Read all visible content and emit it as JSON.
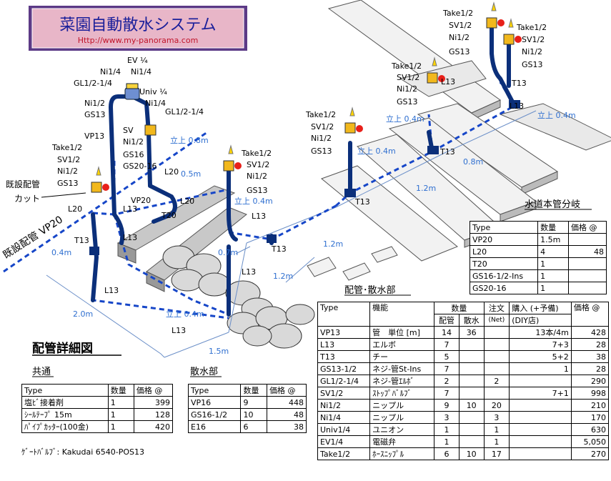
{
  "title_box": {
    "title": "菜園自動散水システム",
    "url": "Http://www.my-panorama.com"
  },
  "main_heading": "配管詳細図",
  "section_labels": {
    "common": "共通",
    "sprinkler": "散水部",
    "mains_branch": "水道本管分岐",
    "piping_sprinkle": "配管･散水部"
  },
  "left_labels": {
    "existing_pipe": "既設配管",
    "cut": "カット",
    "existing_vp20": "既設配管 VP20",
    "gate_valve": "ｹﾞｰﾄﾊﾞﾙﾌﾞ: Kakudai 6540-POS13"
  },
  "valve_group_left": [
    "EV ¼",
    "Ni1/4",
    "Ni1/4",
    "GL1/2-1/4",
    "Univ ¼",
    "Ni1/2",
    "Ni1/4",
    "GS13",
    "GL1/2-1/4",
    "SV",
    "VP13",
    "Ni1/2",
    "Take1/2",
    "GS16",
    "SV1/2",
    "GS20-16",
    "Ni1/2",
    "GS13",
    "VP20"
  ],
  "valve_group_a": [
    "Take1/2",
    "SV1/2",
    "Ni1/2",
    "GS13"
  ],
  "valve_group_b": [
    "Take1/2",
    "SV1/2",
    "Ni1/2",
    "GS13"
  ],
  "valve_group_c": [
    "Take1/2",
    "SV1/2",
    "Ni1/2",
    "GS13"
  ],
  "valve_group_d": [
    "Take1/2",
    "SV1/2",
    "Ni1/2",
    "GS13"
  ],
  "valve_group_e": [
    "Take1/2",
    "SV1/2",
    "Ni1/2",
    "GS13"
  ],
  "fitting_labels": [
    "L20",
    "L13",
    "L20",
    "T20",
    "L20",
    "T13",
    "L13",
    "L13",
    "L13",
    "T13",
    "L13",
    "T13",
    "T13",
    "L13",
    "T13",
    "L13",
    "L13"
  ],
  "dimension_labels": [
    "立上 0.8m",
    "0.5m",
    "立上 0.4m",
    "0.4m",
    "2.0m",
    "立上 0.4m",
    "1.5m",
    "0.7m",
    "1.2m",
    "1.2m",
    "立上 0.4m",
    "0.8m",
    "1.2m",
    "立上 0.4m",
    "立上 0.4m"
  ],
  "mains_table": {
    "headers": [
      "Type",
      "数量",
      "価格 @"
    ],
    "rows": [
      [
        "VP20",
        "1.5m",
        ""
      ],
      [
        "L20",
        "4",
        "48"
      ],
      [
        "T20",
        "1",
        ""
      ],
      [
        "GS16-1/2-Ins",
        "1",
        ""
      ],
      [
        "GS20-16",
        "1",
        ""
      ]
    ]
  },
  "main_table": {
    "h1": [
      "Type",
      "機能",
      "数量",
      "注文",
      "購入 (+予備)",
      "価格 @"
    ],
    "h2": [
      "配管",
      "散水",
      "(Net)",
      "(DIY店)"
    ],
    "rows": [
      [
        "VP13",
        "管　単位 [m]",
        "14",
        "36",
        "",
        "13本/4m",
        "428"
      ],
      [
        "L13",
        "エルボ",
        "7",
        "",
        "",
        "7+3",
        "28"
      ],
      [
        "T13",
        "チー",
        "5",
        "",
        "",
        "5+2",
        "38"
      ],
      [
        "GS13-1/2",
        "ネジ-管St-Ins",
        "7",
        "",
        "",
        "1",
        "28"
      ],
      [
        "GL1/2-1/4",
        "ネジ-管ｴﾙﾎﾞ",
        "2",
        "",
        "2",
        "",
        "290"
      ],
      [
        "SV1/2",
        "ｽﾄｯﾌﾟﾊﾞﾙﾌﾞ",
        "7",
        "",
        "",
        "7+1",
        "998"
      ],
      [
        "Ni1/2",
        "ニップル",
        "9",
        "10",
        "20",
        "",
        "210"
      ],
      [
        "Ni1/4",
        "ニップル",
        "3",
        "",
        "3",
        "",
        "170"
      ],
      [
        "Univ1/4",
        "ユニオン",
        "1",
        "",
        "1",
        "",
        "630"
      ],
      [
        "EV1/4",
        "電磁弁",
        "1",
        "",
        "1",
        "",
        "5,050"
      ],
      [
        "Take1/2",
        "ﾎｰｽﾆｯﾌﾟﾙ",
        "6",
        "10",
        "17",
        "",
        "270"
      ]
    ]
  },
  "common_table": {
    "headers": [
      "Type",
      "数量",
      "価格 @"
    ],
    "rows": [
      [
        "塩ﾋﾞ接着剤",
        "1",
        "399"
      ],
      [
        "ｼｰﾙﾃｰﾌﾟ 15m",
        "1",
        "128"
      ],
      [
        "ﾊﾟｲﾌﾟｶｯﾀｰ(100金)",
        "1",
        "420"
      ]
    ]
  },
  "sprinkler_table": {
    "headers": [
      "Type",
      "数量",
      "価格 @"
    ],
    "rows": [
      [
        "VP16",
        "9",
        "448"
      ],
      [
        "GS16-1/2",
        "10",
        "48"
      ],
      [
        "E16",
        "6",
        "38"
      ]
    ]
  }
}
